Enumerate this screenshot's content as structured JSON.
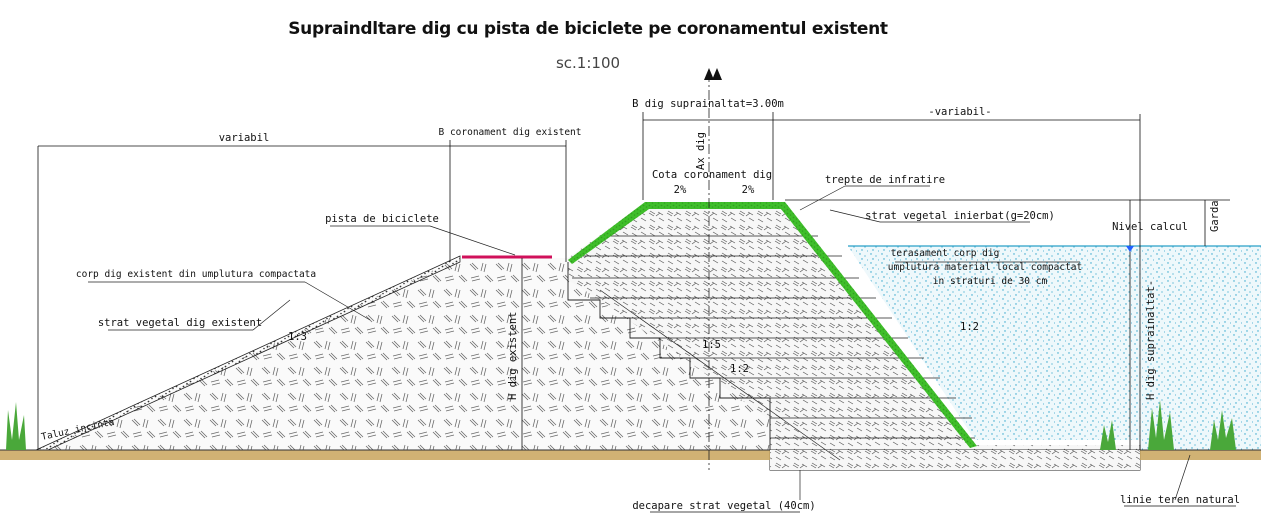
{
  "title": "Supraindltare dig cu pista de biciclete pe coronamentul existent",
  "scale": "sc.1:100",
  "dimensions": {
    "variabil_left": "variabil",
    "b_coronament": "B coronament dig existent",
    "b_dig_supra": "B dig suprainaltat=3.00m",
    "variabil_right": "-variabil-",
    "h_existent": "H dig existent",
    "h_supra": "H dig suprainaltat-",
    "garda": "Garda",
    "ax_dig": "Ax dig"
  },
  "labels": {
    "cota": "Cota coronament dig",
    "pct1": "2%",
    "pct2": "2%",
    "trepte": "trepte de infratire",
    "strat_vegetal_ierbat": "strat vegetal inierbat(g=20cm)",
    "nivel_calcul": "Nivel calcul",
    "terasament": "terasament corp dig",
    "umplutura": "umplutura material local compactat",
    "straturi": "in straturi de 30 cm",
    "pista": "pista de biciclete",
    "corp_dig": "corp dig existent din umplutura compactata",
    "strat_vegetal_existent": "strat vegetal dig existent",
    "slope_13": "1:3",
    "slope_15": "1:5",
    "slope_12a": "1:2",
    "slope_12b": "1:2",
    "taluz": "Taluz incinta",
    "decapare": "decapare strat vegetal (40cm)",
    "linie_teren": "linie teren natural"
  },
  "colors": {
    "green_layer": "#3fbf2a",
    "bike_path": "#d0105a",
    "water_dots": "#2aa0c8",
    "water_fill": "#eef8fb",
    "fill_hatch": "#555555",
    "ground": "#c9a55c",
    "grass": "#4aa83a"
  }
}
